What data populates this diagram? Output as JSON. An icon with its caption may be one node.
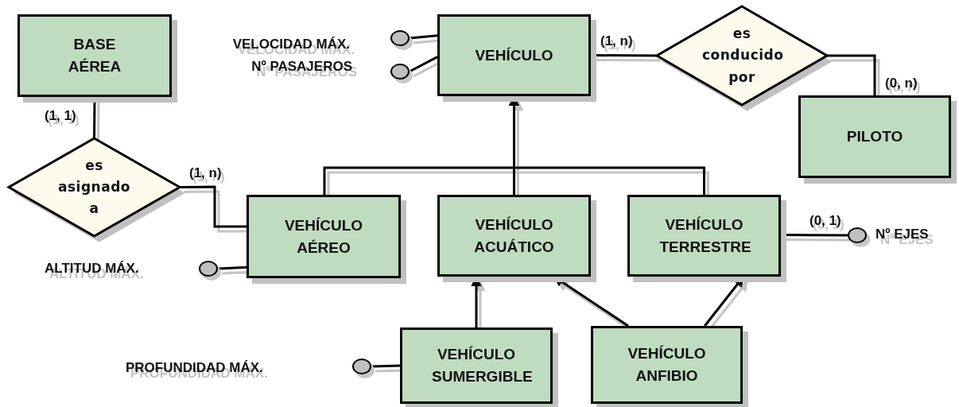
{
  "diagram": {
    "nodes": [
      {
        "text": [
          "BASE AÉREA"
        ]
      },
      {
        "text": [
          "VEHÍCULO"
        ]
      },
      {
        "text": [
          "es conducido por"
        ]
      },
      {
        "text": [
          "PILOTO"
        ]
      },
      {
        "text": [
          "es asignado a"
        ]
      },
      {
        "text": [
          "VEHÍCULO AÉREO"
        ]
      },
      {
        "text": [
          "VEHÍCULO ACUÁTICO"
        ]
      },
      {
        "text": [
          "VEHÍCULO TERRESTRE"
        ]
      },
      {
        "text": [
          "VEHÍCULO SUMERGIBLE"
        ]
      },
      {
        "text": [
          "VEHÍCULO ANFIBIO"
        ]
      },
      {
        "text": [],
        "shape": "circle",
        "beside": [
          "VELOCIDAD MÁX."
        ]
      },
      {
        "text": [],
        "shape": "circle",
        "beside": [
          "Nº PASAJEROS"
        ]
      },
      {
        "text": [],
        "shape": "circle"
      },
      {
        "text": [],
        "shape": "circle",
        "beside": [
          "Nº EJES"
        ]
      },
      {
        "text": [],
        "shape": "circle"
      }
    ],
    "labels": [
      "ALTITUD MÁX.",
      "PROFUNDIDAD MÁX."
    ],
    "edges": [
      {
        "from": 0,
        "to": 4,
        "arrow": "none",
        "label": "(1, 1)"
      },
      {
        "from": 4,
        "to": 5,
        "arrow": "none",
        "label": "(1, n)"
      },
      {
        "from": 1,
        "to": 2,
        "arrow": "none",
        "label": "(1, n)"
      },
      {
        "from": 2,
        "to": 3,
        "arrow": "none",
        "label": "(0, n)"
      },
      {
        "from": 10,
        "to": 1,
        "arrow": "none"
      },
      {
        "from": 11,
        "to": 1,
        "arrow": "none"
      },
      {
        "from": 12,
        "to": 5,
        "arrow": "none"
      },
      {
        "from": 13,
        "to": 7,
        "arrow": "none",
        "label": "(0, 1)"
      },
      {
        "from": 14,
        "to": 8,
        "arrow": "none"
      },
      {
        "from": 5,
        "to": 1,
        "arrow": "to"
      },
      {
        "from": 6,
        "to": 1,
        "arrow": "to"
      },
      {
        "from": 7,
        "to": 1,
        "arrow": "to"
      },
      {
        "from": 8,
        "to": 6,
        "arrow": "to"
      },
      {
        "from": 9,
        "to": 6,
        "arrow": "to"
      },
      {
        "from": 9,
        "to": 7,
        "arrow": "to"
      }
    ]
  }
}
